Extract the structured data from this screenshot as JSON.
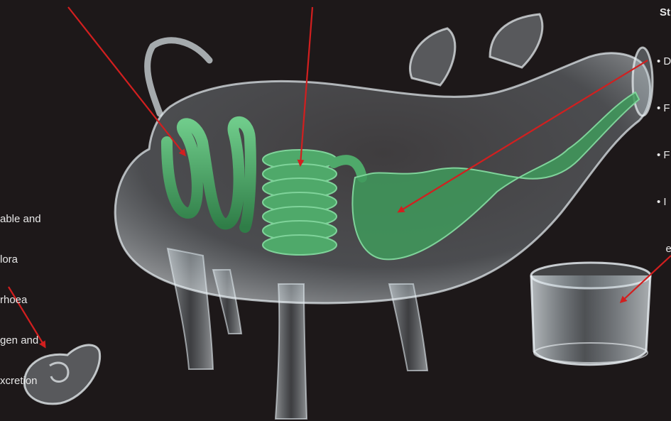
{
  "left_caption": {
    "lines": [
      "able and",
      "lora",
      "rhoea",
      "gen and",
      "xcretion"
    ]
  },
  "right_caption": {
    "title": "St",
    "lines": [
      "• D",
      "• F",
      "• F",
      "• I",
      "   e"
    ]
  },
  "colors": {
    "background": "#1d1819",
    "glass": "#c9d6dc",
    "gut": "#3f9a5c",
    "arrow": "#d21f1f"
  }
}
